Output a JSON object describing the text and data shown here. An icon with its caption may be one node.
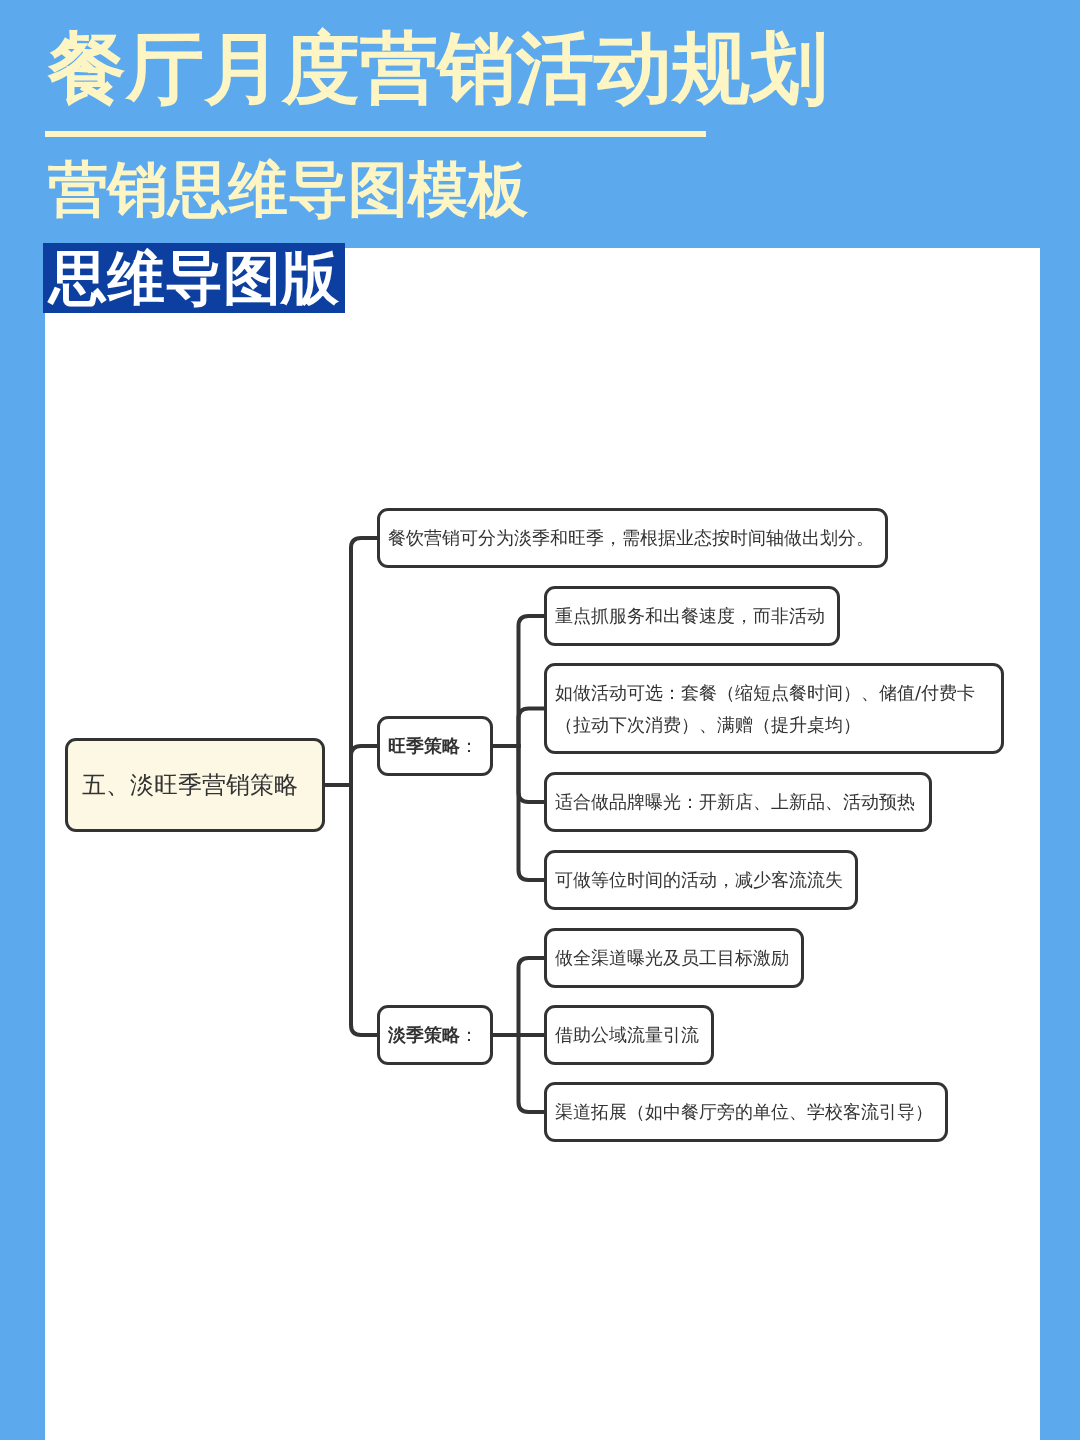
{
  "diagram": {
    "title": "餐厅月度营销活动规划",
    "nodes": [
      {
        "text": [
          "五、淡旺季营销策略"
        ]
      },
      {
        "text": [
          "餐饮营销可分为淡季和旺季，需根据业态按时间轴做出划分。"
        ]
      },
      {
        "text": [
          "**旺季策略**："
        ]
      },
      {
        "text": [
          "重点抓服务和出餐速度，而非活动"
        ]
      },
      {
        "text": [
          "如做活动可选：套餐（缩短点餐时间）、储值/付费卡（拉动下次消费）、满赠（提升桌均）"
        ]
      },
      {
        "text": [
          "适合做品牌曝光：开新店、上新品、活动预热"
        ]
      },
      {
        "text": [
          "可做等位时间的活动，减少客流流失"
        ]
      },
      {
        "text": [
          "**淡季策略**："
        ]
      },
      {
        "text": [
          "做全渠道曝光及员工目标激励"
        ]
      },
      {
        "text": [
          "借助公域流量引流"
        ]
      },
      {
        "text": [
          "渠道拓展（如中餐厅旁的单位、学校客流引导）"
        ]
      }
    ],
    "edges": [
      {
        "from": 0,
        "to": 1,
        "arrow": "none"
      },
      {
        "from": 0,
        "to": 2,
        "arrow": "none"
      },
      {
        "from": 0,
        "to": 7,
        "arrow": "none"
      },
      {
        "from": 2,
        "to": 3,
        "arrow": "none"
      },
      {
        "from": 2,
        "to": 4,
        "arrow": "none"
      },
      {
        "from": 2,
        "to": 5,
        "arrow": "none"
      },
      {
        "from": 2,
        "to": 6,
        "arrow": "none"
      },
      {
        "from": 7,
        "to": 8,
        "arrow": "none"
      },
      {
        "from": 7,
        "to": 9,
        "arrow": "none"
      },
      {
        "from": 7,
        "to": 10,
        "arrow": "none"
      }
    ],
    "labels": [
      "营销思维导图模板",
      "思维导图版"
    ]
  }
}
